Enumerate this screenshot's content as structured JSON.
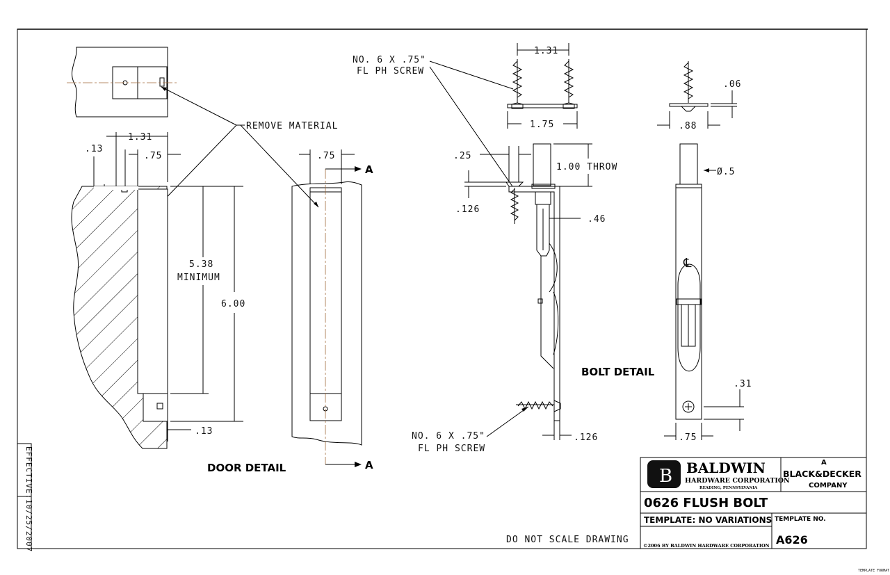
{
  "dimensions": {
    "door_width_131": "1.31",
    "door_013_top": ".13",
    "door_075": ".75",
    "door_538": "5.38",
    "door_minimum": "MINIMUM",
    "door_600": "6.00",
    "door_013_bottom": ".13",
    "mid_075": ".75",
    "screw_spacing": "1.31",
    "screw_width": "1.75",
    "side_006": ".06",
    "side_088": ".88",
    "bolt_025": ".25",
    "bolt_throw": "1.00 THROW",
    "bolt_0126_top": ".126",
    "bolt_046": ".46",
    "bolt_diam": "Ø.5",
    "bolt_031": ".31",
    "bolt_075": ".75",
    "bolt_0126_bottom": ".126"
  },
  "labels": {
    "remove_material": "REMOVE MATERIAL",
    "screw_top_line1": "NO. 6 X .75\"",
    "screw_top_line2": "FL PH SCREW",
    "screw_bottom_line1": "NO. 6 X .75\"",
    "screw_bottom_line2": "FL PH SCREW",
    "section_a_top": "A",
    "section_a_bottom": "A",
    "door_detail": "DOOR DETAIL",
    "bolt_detail": "BOLT DETAIL",
    "centerline": "℄",
    "do_not_scale": "DO NOT SCALE DRAWING",
    "effective": "EFFECTIVE:",
    "effective_date": "10/25/2007",
    "template_format": "TEMPLATE FORMAT"
  },
  "title_block": {
    "logo_letter": "B",
    "company": "BALDWIN",
    "company_sub": "HARDWARE CORPORATION",
    "company_city": "READING, PENNSYLVANIA",
    "bd_a": "A",
    "bd_name": "BLACK&DECKER",
    "bd_company": "COMPANY",
    "part_title": "0626 FLUSH BOLT",
    "template_desc": "TEMPLATE: NO VARIATIONS",
    "template_no_label": "TEMPLATE NO.",
    "template_no": "A626",
    "copyright": "©2006 BY BALDWIN HARDWARE CORPORATION"
  }
}
